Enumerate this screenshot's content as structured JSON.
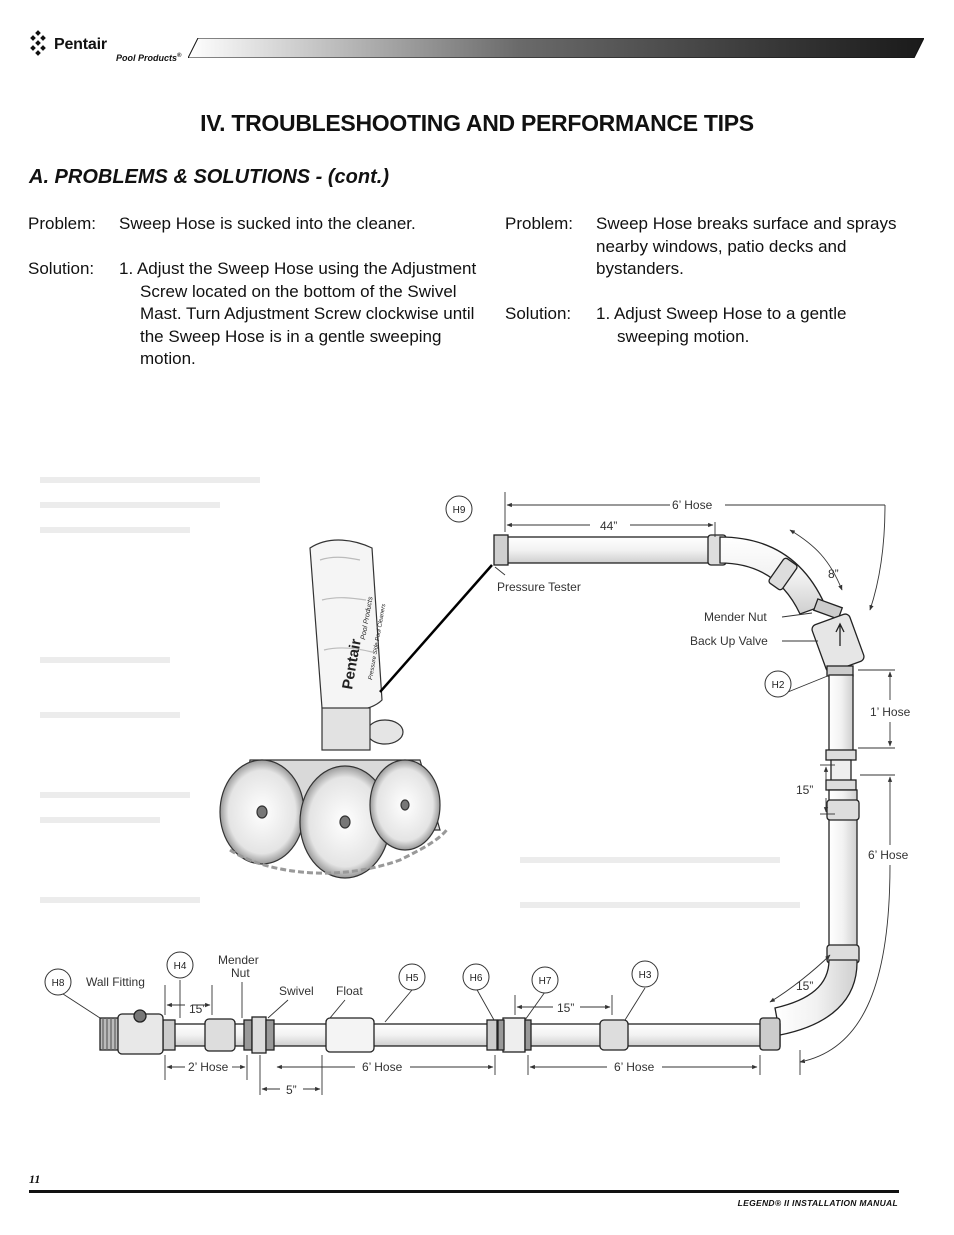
{
  "header": {
    "brand": "Pentair",
    "brand_sub": "Pool Products",
    "reg_mark": "®"
  },
  "title": "IV. TROUBLESHOOTING AND PERFORMANCE TIPS",
  "section": "A.  PROBLEMS & SOLUTIONS - (cont.)",
  "left": {
    "problem_label": "Problem:",
    "problem_text": "Sweep Hose is sucked into the  cleaner.",
    "solution_label": "Solution:",
    "solution_text": "1. Adjust the Sweep Hose using the Adjustment Screw located on the bottom of the Swivel Mast.  Turn Adjustment Screw clockwise until the Sweep Hose is in a gentle sweeping motion."
  },
  "right": {
    "problem_label": "Problem:",
    "problem_text": "Sweep Hose breaks surface and sprays nearby windows, patio decks and bystanders.",
    "solution_label": "Solution:",
    "solution_text": "1. Adjust Sweep Hose to a gentle sweeping motion."
  },
  "diagram": {
    "cleaner_bag_brand": "Pentair",
    "cleaner_bag_line1": "Pool Products",
    "cleaner_bag_line2": "Pressure Side Pool Cleaners",
    "labels": {
      "h9": "H9",
      "h2": "H2",
      "h8": "H8",
      "h4": "H4",
      "h5": "H5",
      "h6": "H6",
      "h7": "H7",
      "h3": "H3",
      "hose_6ft_top": "6’ Hose",
      "len_44": "44”",
      "len_8": "8”",
      "pressure_tester": "Pressure Tester",
      "mender_nut": "Mender Nut",
      "back_up_valve": "Back Up Valve",
      "hose_1ft": "1’ Hose",
      "len_15_right": "15”",
      "hose_6ft_right": "6’ Hose",
      "len_15_corner": "15”",
      "wall_fitting": "Wall Fitting",
      "mender": "Mender",
      "nut": "Nut",
      "swivel": "Swivel",
      "float": "Float",
      "len_15_left": "15”",
      "len_15_mid": "15”",
      "hose_2ft": "2’ Hose",
      "hose_6ft_bottom1": "6’ Hose",
      "hose_6ft_bottom2": "6’ Hose",
      "len_5": "5”"
    }
  },
  "footer": {
    "page_number": "11",
    "manual": "LEGEND® II  INSTALLATION  MANUAL"
  }
}
